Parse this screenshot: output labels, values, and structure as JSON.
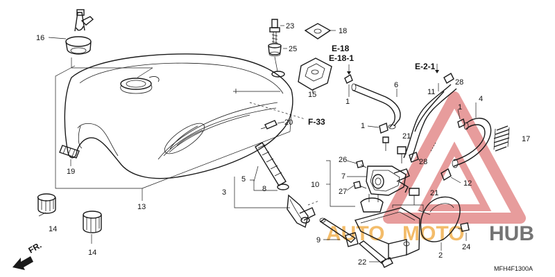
{
  "diagram": {
    "part_numbers": {
      "p1a": "1",
      "p1b": "1",
      "p1c": "1",
      "p2": "2",
      "p3": "3",
      "p4": "4",
      "p5": "5",
      "p6": "6",
      "p7": "7",
      "p8": "8",
      "p9": "9",
      "p10": "10",
      "p11": "11",
      "p12": "12",
      "p13": "13",
      "p14a": "14",
      "p14b": "14",
      "p15": "15",
      "p16": "16",
      "p17": "17",
      "p18": "18",
      "p19": "19",
      "p20": "20",
      "p21a": "21",
      "p21b": "21",
      "p22": "22",
      "p23": "23",
      "p24": "24",
      "p25": "25",
      "p26": "26",
      "p27": "27",
      "p28a": "28",
      "p28b": "28"
    },
    "references": {
      "e18": "E-18",
      "e181": "E-18-1",
      "e21": "E-2-1",
      "f33": "F-33"
    },
    "direction_label": "FR.",
    "figure_code": "MFH4F1300A",
    "watermark": {
      "brand_left": "AUTO",
      "brand_mid": "MOTO",
      "brand_right": "HUB",
      "color": "#e07070",
      "accent": "#f2a23a"
    }
  }
}
